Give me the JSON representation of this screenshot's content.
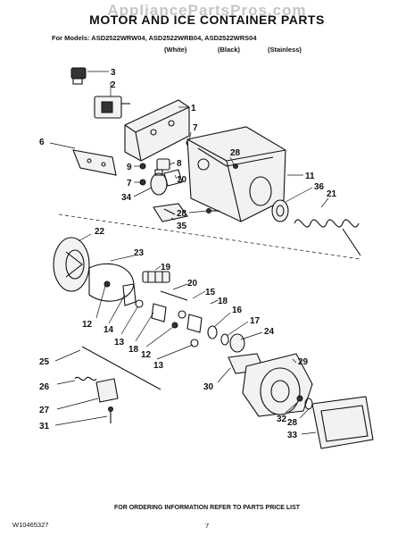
{
  "header": {
    "watermark": "AppliancePartsPros.com",
    "title": "MOTOR AND ICE CONTAINER PARTS",
    "models_line": "For Models: ASD2522WRW04, ASD2522WRB04, ASD2522WRS04",
    "variants": [
      "(White)",
      "(Black)",
      "(Stainless)"
    ]
  },
  "callouts": [
    "3",
    "2",
    "1",
    "7",
    "6",
    "9",
    "8",
    "28",
    "11",
    "36",
    "21",
    "7",
    "10",
    "34",
    "28",
    "35",
    "22",
    "23",
    "19",
    "20",
    "15",
    "18",
    "12",
    "14",
    "13",
    "18",
    "12",
    "16",
    "17",
    "24",
    "13",
    "25",
    "29",
    "26",
    "27",
    "30",
    "31",
    "32",
    "28",
    "33"
  ],
  "footer": {
    "ordering_note": "FOR ORDERING INFORMATION REFER TO PARTS PRICE LIST",
    "doc_id": "W10465327",
    "page_number": "7"
  }
}
